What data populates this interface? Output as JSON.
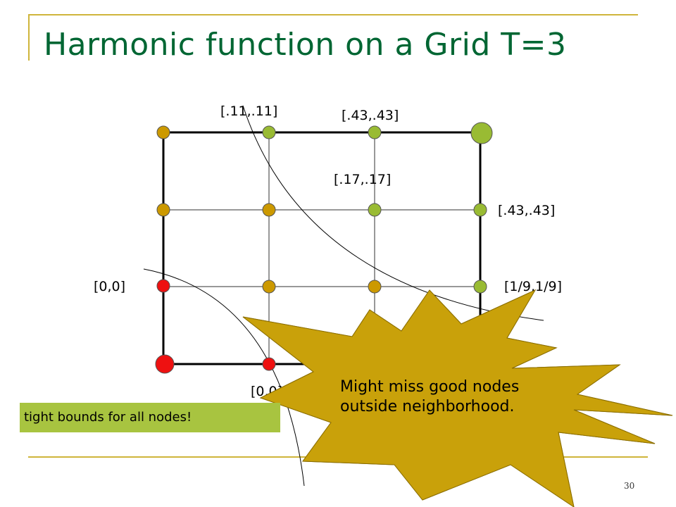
{
  "slide": {
    "title": "Harmonic function on a Grid T=3",
    "page_number": "30"
  },
  "grid": {
    "labels": {
      "top_left_col": "[.11,.11]",
      "top_mid_col": "[.43,.43]",
      "center": "[.17,.17]",
      "right_upper": "[.43,.43]",
      "left_mid": "[0,0]",
      "right_mid": "[1/9,1/9]",
      "bottom": "[0,0]"
    }
  },
  "note": {
    "text": "tight bounds for all nodes!"
  },
  "callout": {
    "line1": "Might miss good nodes",
    "line2": "outside neighborhood."
  },
  "colors": {
    "title": "#006633",
    "accent": "#cfb53b",
    "node_gold": "#cc9900",
    "node_green": "#99bb33",
    "node_red": "#ee1111",
    "burst": "#c9a10a",
    "note_bg": "#a8c440"
  }
}
